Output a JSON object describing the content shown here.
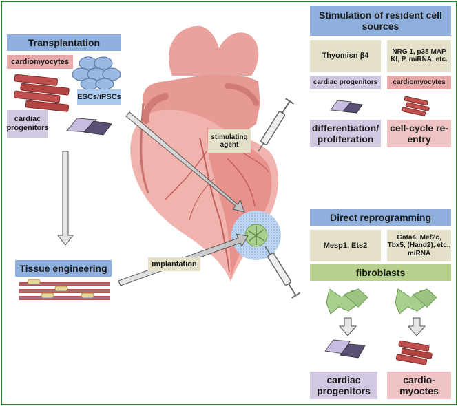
{
  "left": {
    "transplantation": "Transplantation",
    "cardiomyocytes": "cardiomyocytes",
    "escs": "ESCs/iPSCs",
    "cardiac_progenitors": "cardiac progenitors",
    "tissue_engineering": "Tissue engineering"
  },
  "center": {
    "stimulating_agent": "stimulating agent",
    "implantation": "implantation"
  },
  "stimulation": {
    "title": "Stimulation of resident cell sources",
    "thymosin": "Thyomisn β4",
    "nrg": "NRG 1, p38 MAP KI, P, miRNA, etc.",
    "cardiac_progenitors": "cardiac progenitors",
    "cardiomyocytes": "cardiomyocytes",
    "differentiation": "differentiation/ proliferation",
    "cell_cycle": "cell-cycle re-entry"
  },
  "reprogramming": {
    "title": "Direct reprogramming",
    "mesp": "Mesp1, Ets2",
    "gata": "Gata4, Mef2c, Tbx5, (Hand2), etc., miRNA",
    "fibroblasts": "fibroblasts",
    "cardiac_progenitors": "cardiac progenitors",
    "cardiomyocytes": "cardio-myoctes"
  },
  "colors": {
    "frame": "#2e7d32",
    "title_blue": "#8fb0dc",
    "beige": "#e3dfc8",
    "pink": "#e7a8a8",
    "lavender": "#d2c8e2",
    "green": "#b8d08e"
  }
}
